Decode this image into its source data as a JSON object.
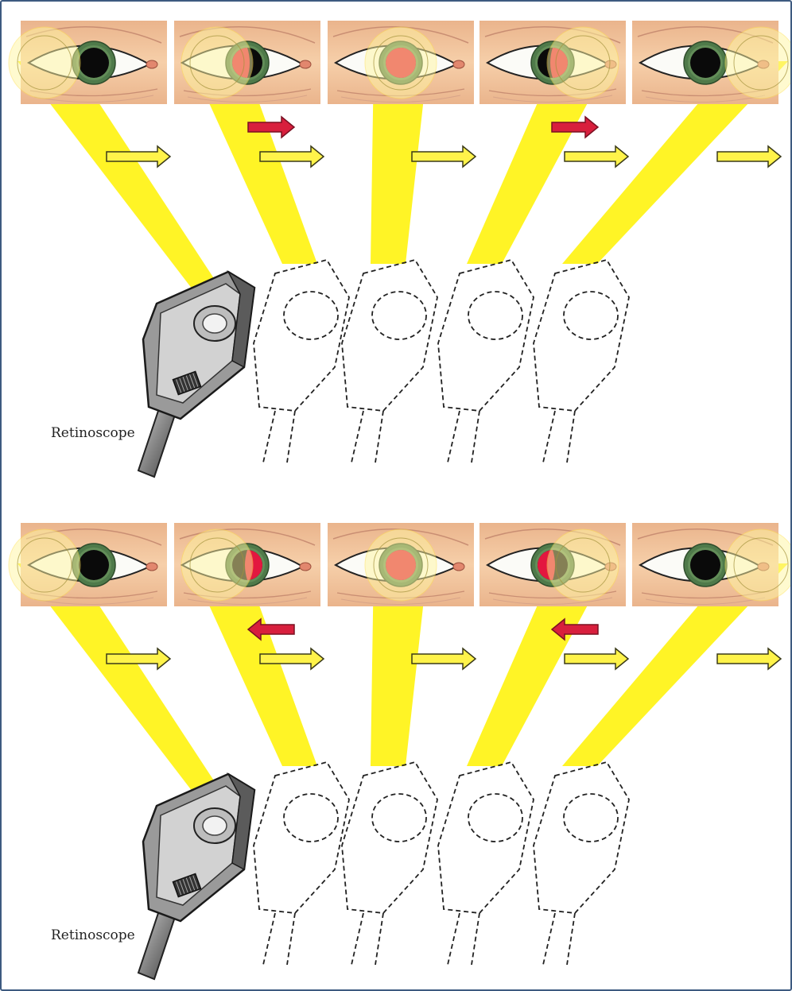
{
  "panels": [
    {
      "id": "top",
      "instrument_label": "Retinoscope",
      "reflex_motion": "with",
      "sweep_direction": "right",
      "stages": [
        {
          "light_spot": "left",
          "reflex": "none"
        },
        {
          "light_spot": "left-center",
          "reflex": "left-half"
        },
        {
          "light_spot": "center",
          "reflex": "full"
        },
        {
          "light_spot": "right-center",
          "reflex": "right-half"
        },
        {
          "light_spot": "right",
          "reflex": "none"
        }
      ]
    },
    {
      "id": "bottom",
      "instrument_label": "Retinoscope",
      "reflex_motion": "against",
      "sweep_direction": "right",
      "stages": [
        {
          "light_spot": "left",
          "reflex": "none"
        },
        {
          "light_spot": "left-center",
          "reflex": "right-half"
        },
        {
          "light_spot": "center",
          "reflex": "full"
        },
        {
          "light_spot": "right-center",
          "reflex": "left-half"
        },
        {
          "light_spot": "right",
          "reflex": "none"
        }
      ]
    }
  ],
  "colors": {
    "skin": "#f6cfa9",
    "skin_dark": "#eab48c",
    "iris": "#4f7a4a",
    "pupil": "#0a0a0a",
    "reflex": "#e3173f",
    "beam": "#fff200",
    "beam_arrow": "#fff34a",
    "reflex_arrow": "#d81f3d",
    "frame": "#3d5a80"
  },
  "icons": {
    "instrument": "retinoscope-icon",
    "sweep": "yellow-arrow-icon",
    "reflex_direction": "red-arrow-icon"
  }
}
